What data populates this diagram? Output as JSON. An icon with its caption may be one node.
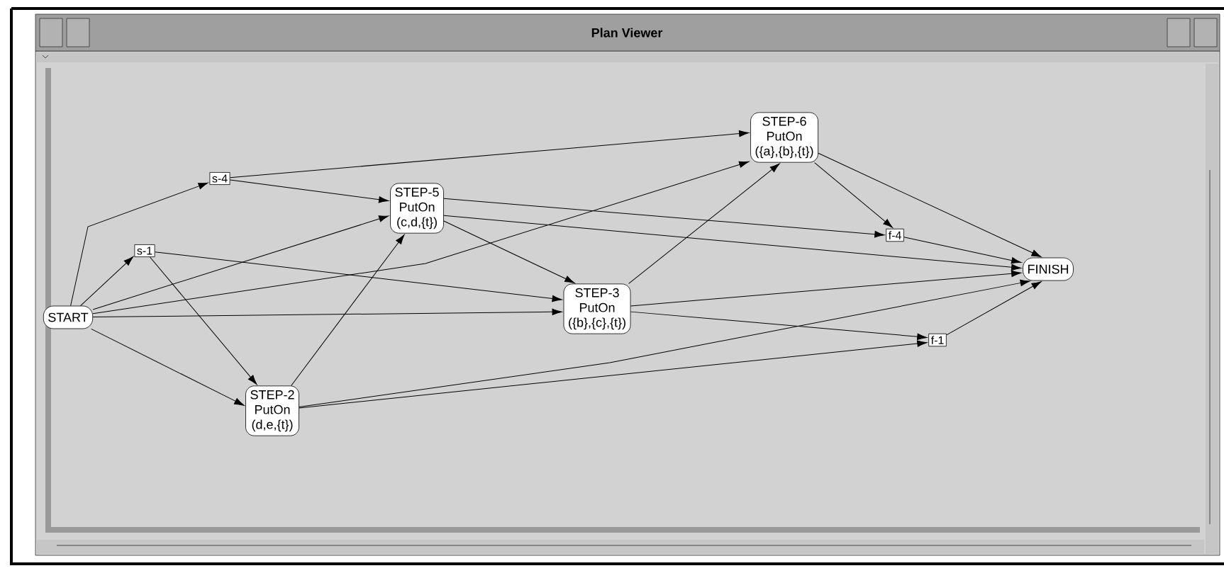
{
  "diagram": {
    "title": "Plan Viewer",
    "nodes": [
      {
        "text": [
          "START"
        ]
      },
      {
        "text": [
          "s-1"
        ]
      },
      {
        "text": [
          "s-4"
        ]
      },
      {
        "text": [
          "STEP-5",
          "PutOn",
          "(c,d,{t})"
        ]
      },
      {
        "text": [
          "STEP-2",
          "PutOn",
          "(d,e,{t})"
        ]
      },
      {
        "text": [
          "STEP-3",
          "PutOn",
          "({b},{c},{t})"
        ]
      },
      {
        "text": [
          "STEP-6",
          "PutOn",
          "({a},{b},{t})"
        ]
      },
      {
        "text": [
          "f-4"
        ]
      },
      {
        "text": [
          "f-1"
        ]
      },
      {
        "text": [
          "FINISH"
        ]
      }
    ],
    "edges": [
      {
        "from": 0,
        "to": 1,
        "arrow": "to"
      },
      {
        "from": 0,
        "to": 2,
        "arrow": "to"
      },
      {
        "from": 0,
        "to": 3,
        "arrow": "to"
      },
      {
        "from": 0,
        "to": 6,
        "arrow": "to"
      },
      {
        "from": 0,
        "to": 5,
        "arrow": "to"
      },
      {
        "from": 0,
        "to": 4,
        "arrow": "to"
      },
      {
        "from": 1,
        "to": 5,
        "arrow": "to"
      },
      {
        "from": 1,
        "to": 4,
        "arrow": "to"
      },
      {
        "from": 2,
        "to": 3,
        "arrow": "to"
      },
      {
        "from": 2,
        "to": 6,
        "arrow": "to"
      },
      {
        "from": 4,
        "to": 3,
        "arrow": "to"
      },
      {
        "from": 4,
        "to": 9,
        "arrow": "to"
      },
      {
        "from": 4,
        "to": 8,
        "arrow": "to"
      },
      {
        "from": 3,
        "to": 5,
        "arrow": "to"
      },
      {
        "from": 3,
        "to": 7,
        "arrow": "to"
      },
      {
        "from": 3,
        "to": 9,
        "arrow": "to"
      },
      {
        "from": 5,
        "to": 6,
        "arrow": "to"
      },
      {
        "from": 5,
        "to": 9,
        "arrow": "to"
      },
      {
        "from": 5,
        "to": 8,
        "arrow": "to"
      },
      {
        "from": 6,
        "to": 7,
        "arrow": "to"
      },
      {
        "from": 6,
        "to": 9,
        "arrow": "to"
      },
      {
        "from": 7,
        "to": 9,
        "arrow": "to"
      },
      {
        "from": 8,
        "to": 9,
        "arrow": "to"
      }
    ]
  }
}
